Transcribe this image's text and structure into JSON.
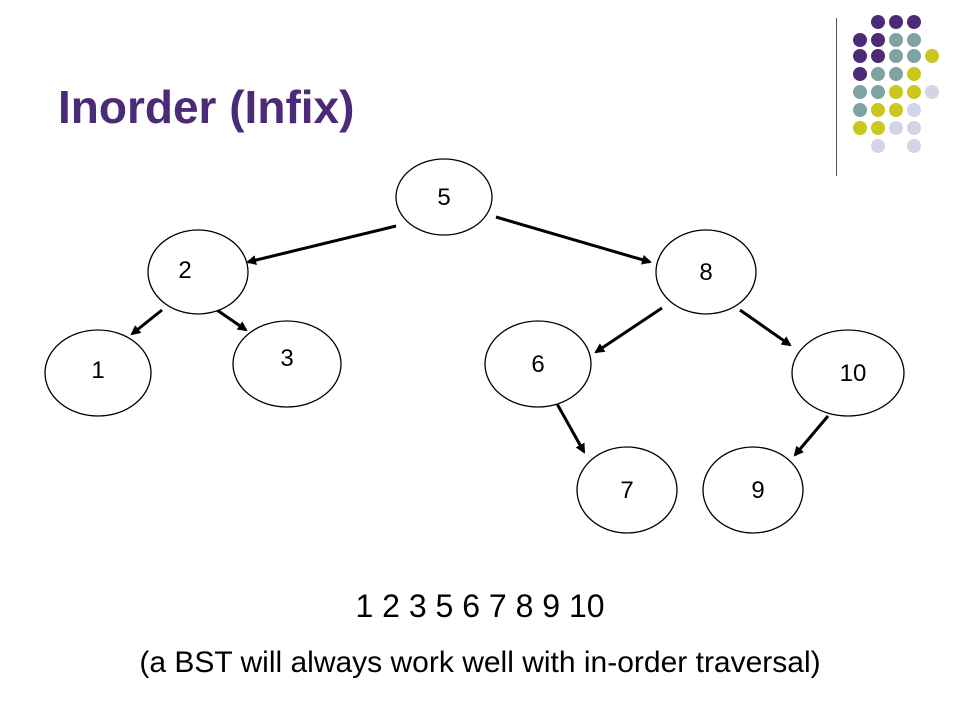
{
  "title": "Inorder (Infix)",
  "tree": {
    "nodes": [
      {
        "id": "n5",
        "label": "5"
      },
      {
        "id": "n2",
        "label": "2"
      },
      {
        "id": "n8",
        "label": "8"
      },
      {
        "id": "n1",
        "label": "1"
      },
      {
        "id": "n3",
        "label": "3"
      },
      {
        "id": "n6",
        "label": "6"
      },
      {
        "id": "n10",
        "label": "10"
      },
      {
        "id": "n7",
        "label": "7"
      },
      {
        "id": "n9",
        "label": "9"
      }
    ],
    "edges": [
      {
        "from": "n5",
        "to": "n2"
      },
      {
        "from": "n5",
        "to": "n8"
      },
      {
        "from": "n2",
        "to": "n1"
      },
      {
        "from": "n2",
        "to": "n3"
      },
      {
        "from": "n8",
        "to": "n6"
      },
      {
        "from": "n8",
        "to": "n10"
      },
      {
        "from": "n6",
        "to": "n7"
      },
      {
        "from": "n10",
        "to": "n9"
      }
    ]
  },
  "sequence": "1 2 3 5 6 7 8 9 10",
  "caption": "(a BST will always work well with in-order traversal)",
  "colors": {
    "title": "#4b2a78",
    "dot_purple": "#4b2a78",
    "dot_teal": "#7fa3a3",
    "dot_olive": "#c8c81e",
    "dot_lavender": "#d4d4e6"
  }
}
